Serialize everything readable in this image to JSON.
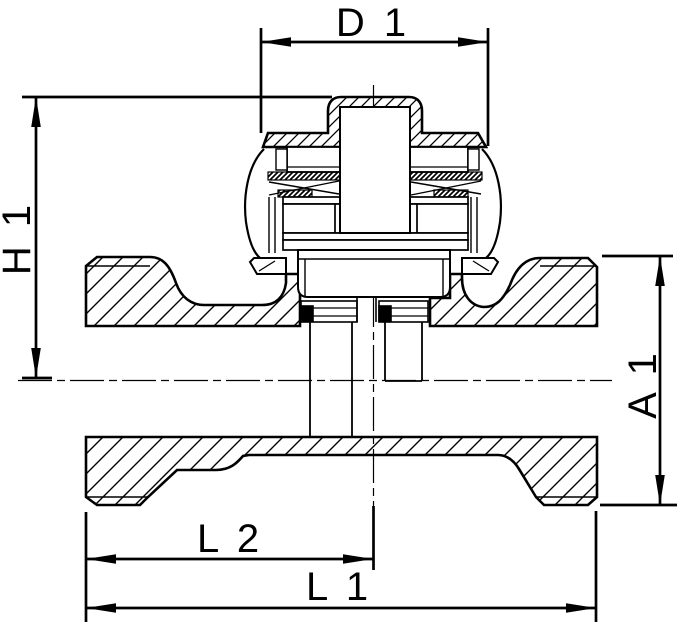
{
  "drawing": {
    "kind": "technical-section-drawing",
    "background_color": "#ffffff",
    "line_color": "#000000",
    "hatch_color": "#000000",
    "labels": {
      "d1": "D 1",
      "h1": "H 1",
      "a1": "A 1",
      "l2": "L 2",
      "l1": "L 1"
    }
  }
}
